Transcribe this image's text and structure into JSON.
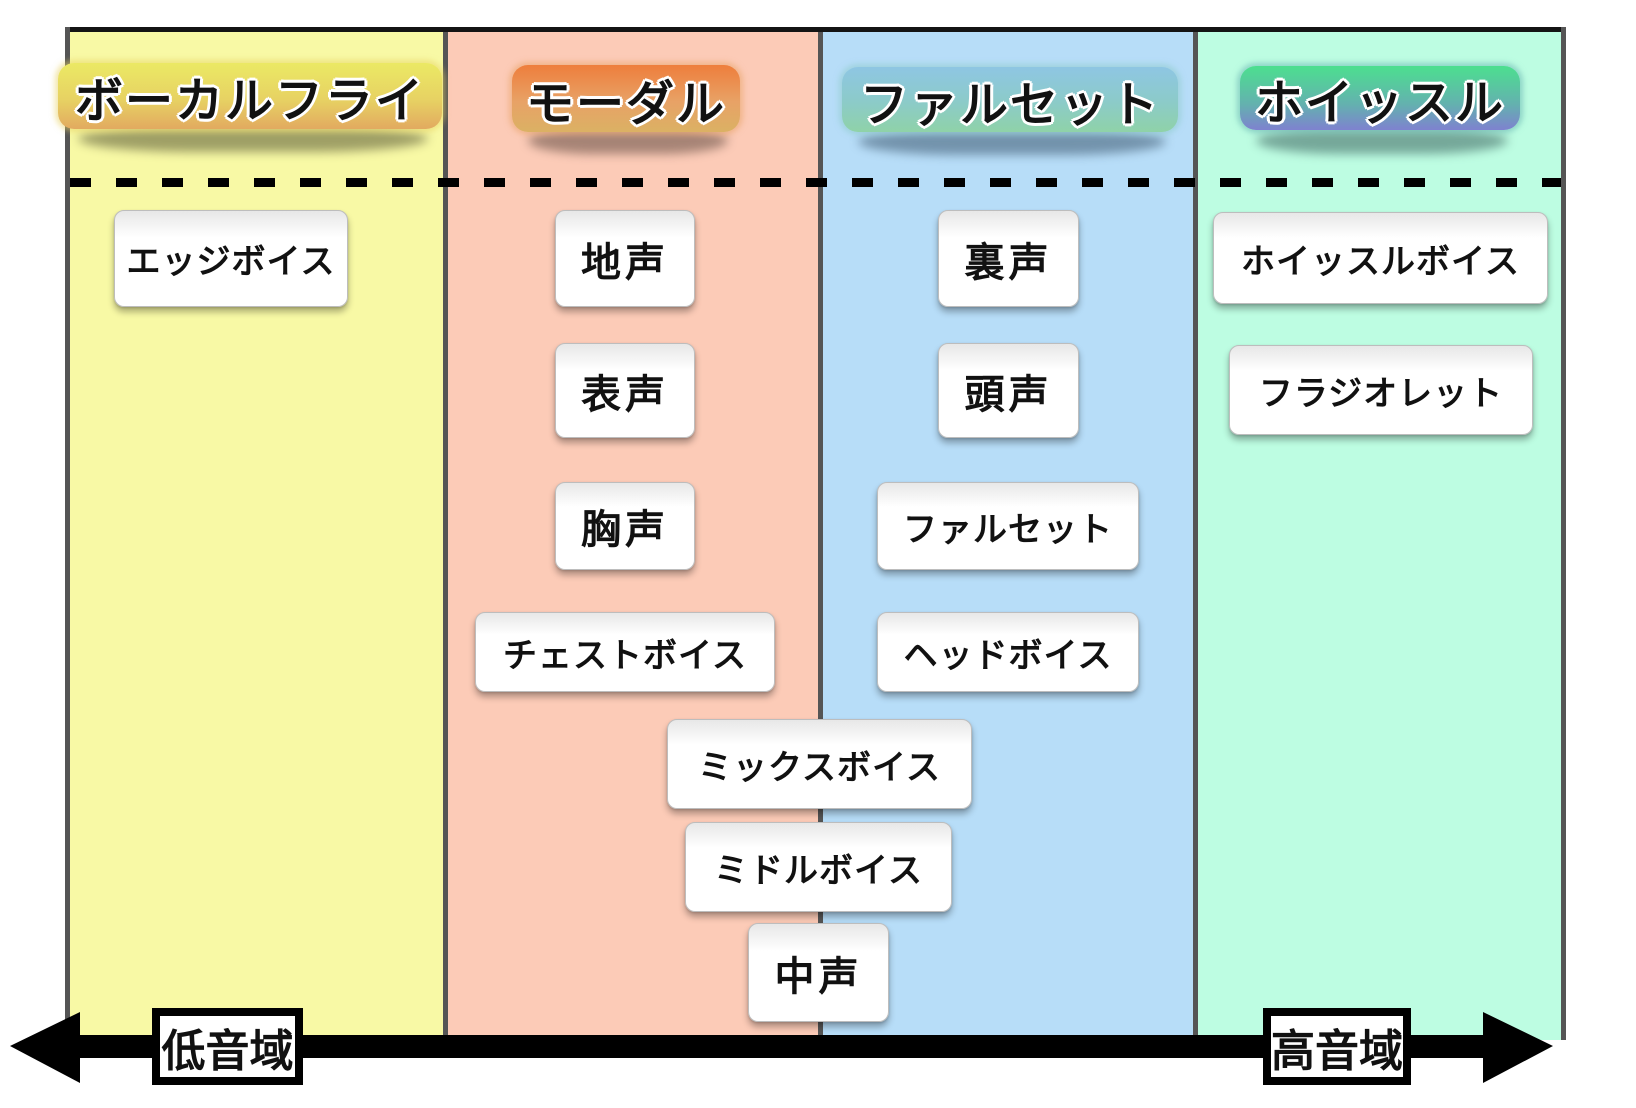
{
  "diagram": {
    "columns": [
      {
        "id": "vocal-fry",
        "header": "ボーカルフライ",
        "boxes": [
          "エッジボイス"
        ]
      },
      {
        "id": "modal",
        "header": "モーダル",
        "boxes": [
          "地声",
          "表声",
          "胸声",
          "チェストボイス"
        ]
      },
      {
        "id": "falsetto",
        "header": "ファルセット",
        "boxes": [
          "裏声",
          "頭声",
          "ファルセット",
          "ヘッドボイス"
        ]
      },
      {
        "id": "whistle",
        "header": "ホイッスル",
        "boxes": [
          "ホイッスルボイス",
          "フラジオレット"
        ]
      }
    ],
    "shared_boxes": [
      "ミックスボイス",
      "ミドルボイス",
      "中声"
    ],
    "axis": {
      "low": "低音域",
      "high": "高音域"
    },
    "colors": {
      "column_backgrounds": [
        "#f8f9a5",
        "#fccbb7",
        "#b7ddf8",
        "#bdfde2"
      ],
      "header_highlight_gradients": [
        [
          "#ebe964",
          "#e2aa60"
        ],
        [
          "#ee7e3c",
          "#dbb164"
        ],
        [
          "#8ec6e3",
          "#8fd2a8"
        ],
        [
          "#4cdf8f",
          "#7e82cf"
        ]
      ],
      "divider": "#555555",
      "top_border": "#141414",
      "dashed_line": "#000000",
      "arrow": "#000000",
      "box_background": "#ffffff",
      "text": "#111111"
    }
  }
}
